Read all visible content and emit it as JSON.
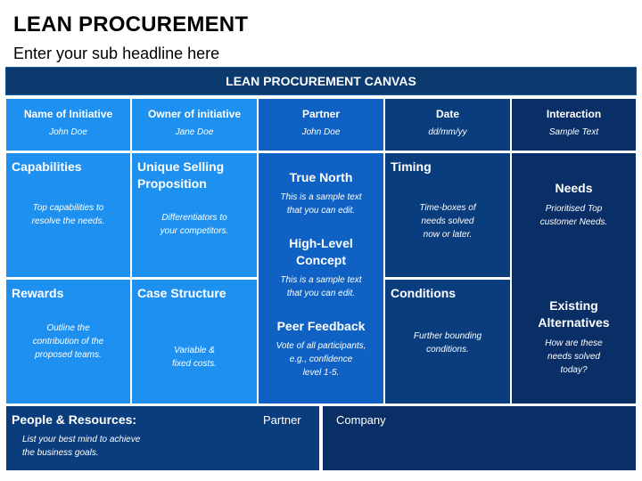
{
  "page": {
    "title": "LEAN PROCUREMENT",
    "subtitle": "Enter your sub headline here"
  },
  "canvas": {
    "header": "LEAN PROCUREMENT CANVAS",
    "top_row": [
      {
        "label": "Name of Initiative",
        "value": "John Doe"
      },
      {
        "label": "Owner of initiative",
        "value": "Jane Doe"
      },
      {
        "label": "Partner",
        "value": "John Doe"
      },
      {
        "label": "Date",
        "value": "dd/mm/yy"
      },
      {
        "label": "Interaction",
        "value": "Sample Text"
      }
    ],
    "capabilities": {
      "title": "Capabilities",
      "desc": "Top capabilities to\nresolve the needs."
    },
    "usp": {
      "title": "Unique Selling\nProposition",
      "desc": "Differentiators to\nyour competitors."
    },
    "rewards": {
      "title": "Rewards",
      "desc": "Outline the\ncontribution of the\nproposed teams."
    },
    "case_structure": {
      "title": "Case Structure",
      "desc": "Variable &\nfixed costs."
    },
    "middle": {
      "true_north": {
        "title": "True North",
        "desc": "This is a sample text\nthat you can edit."
      },
      "high_level": {
        "title": "High-Level\nConcept",
        "desc": "This is a sample text\nthat you can edit."
      },
      "peer_feedback": {
        "title": "Peer Feedback",
        "desc": "Vote of all participants,\ne.g., confidence\nlevel 1-5."
      }
    },
    "timing": {
      "title": "Timing",
      "desc": "Time-boxes of\nneeds solved\nnow or later."
    },
    "conditions": {
      "title": "Conditions",
      "desc": "Further bounding\nconditions."
    },
    "needs": {
      "title": "Needs",
      "desc": "Prioritised Top\ncustomer Needs."
    },
    "alternatives": {
      "title": "Existing\nAlternatives",
      "desc": "How are these\nneeds solved\ntoday?"
    },
    "people": {
      "title": "People & Resources:",
      "partner_label": "Partner",
      "desc": "List your best mind to achieve\nthe business goals."
    },
    "company": {
      "label": "Company"
    }
  },
  "colors": {
    "light_blue": "#1e90f0",
    "mid_blue": "#0f62c3",
    "dark_blue": "#0a3d7e",
    "navy": "#0a2f66"
  }
}
